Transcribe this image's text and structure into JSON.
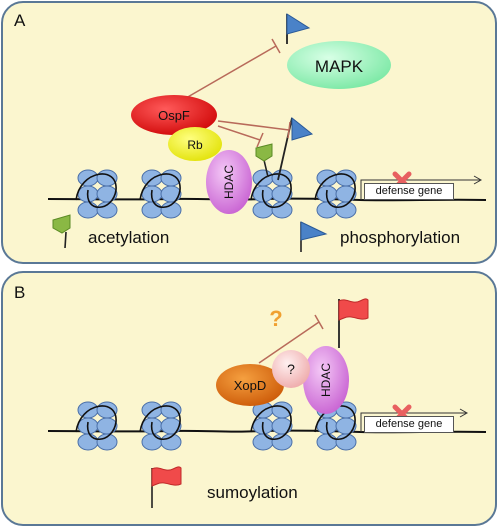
{
  "panel_a": {
    "label": "A",
    "mapk": "MAPK",
    "ospf": "OspF",
    "rb": "Rb",
    "hdac": "HDAC",
    "gene": "defense gene",
    "legend_acetylation": "acetylation",
    "legend_phosphorylation": "phosphorylation"
  },
  "panel_b": {
    "label": "B",
    "xopd": "XopD",
    "unknown": "?",
    "question": "?",
    "hdac": "HDAC",
    "gene": "defense gene",
    "legend_sumoylation": "sumoylation"
  },
  "colors": {
    "panel_fill": "#fbf6cf",
    "panel_border": "#5a7896",
    "nucleosome": "#8fb4e3",
    "ospf": "#e01010",
    "rb": "#eded10",
    "hdac": "#d97ee0",
    "mapk": "#8ff0b4",
    "xopd": "#e06a10",
    "unknown_protein": "#f6c6c6",
    "question_mark": "#f0a030",
    "inhibition_line": "#b86a5a",
    "phospho_flag": "#4a82c8",
    "sumo_flag": "#f04a4a",
    "acetyl_flag": "#8ab844",
    "cross": "#e86060"
  }
}
